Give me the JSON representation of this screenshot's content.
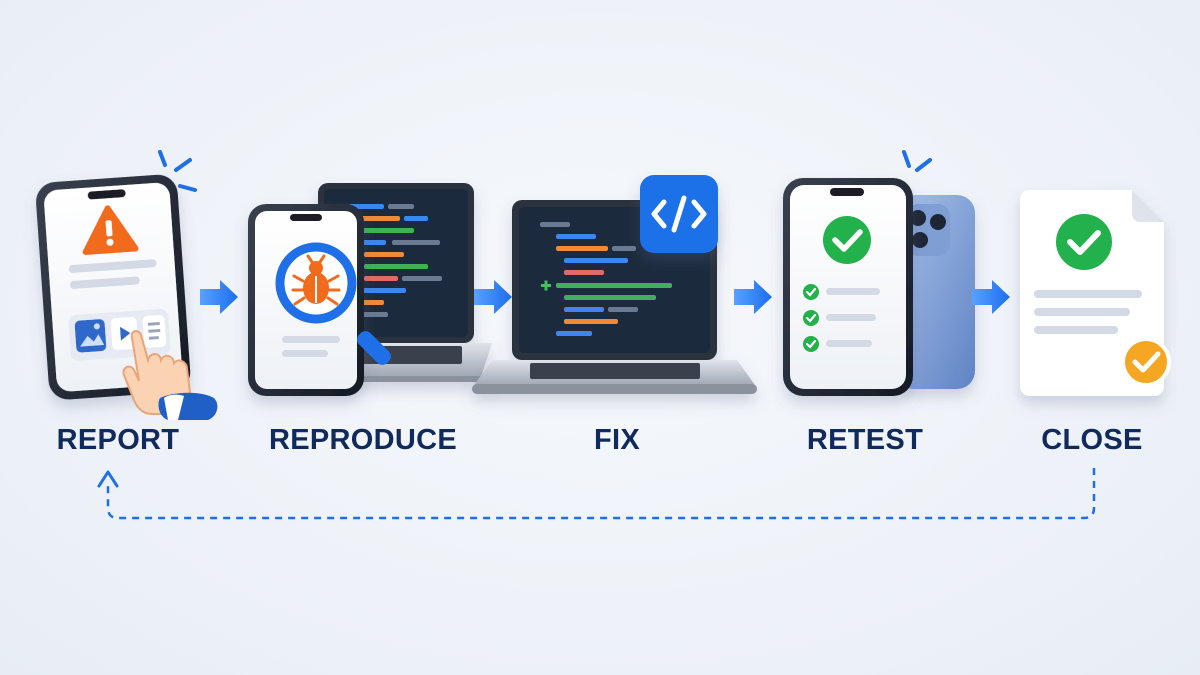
{
  "colors": {
    "background": "#eef2f8",
    "label_text": "#102a5c",
    "accent_blue": "#1e6fe8",
    "warning_orange": "#f26b1d",
    "success_green": "#22b14c",
    "close_badge_orange": "#f5a623",
    "screen_dark": "#1f2a3c"
  },
  "steps": [
    {
      "label": "REPORT",
      "illustration": "phone-with-warning-icon-and-tapping-hand"
    },
    {
      "label": "REPRODUCE",
      "illustration": "phone-with-bug-magnifier-and-laptop-code"
    },
    {
      "label": "FIX",
      "illustration": "laptop-with-code-and-code-badge"
    },
    {
      "label": "RETEST",
      "illustration": "phones-with-checkmark-list"
    },
    {
      "label": "CLOSE",
      "illustration": "document-with-checkmarks"
    }
  ],
  "connectors": {
    "arrow_icon": "arrow-right-icon",
    "loop": "dashed-return-arrow-from-close-to-report"
  }
}
